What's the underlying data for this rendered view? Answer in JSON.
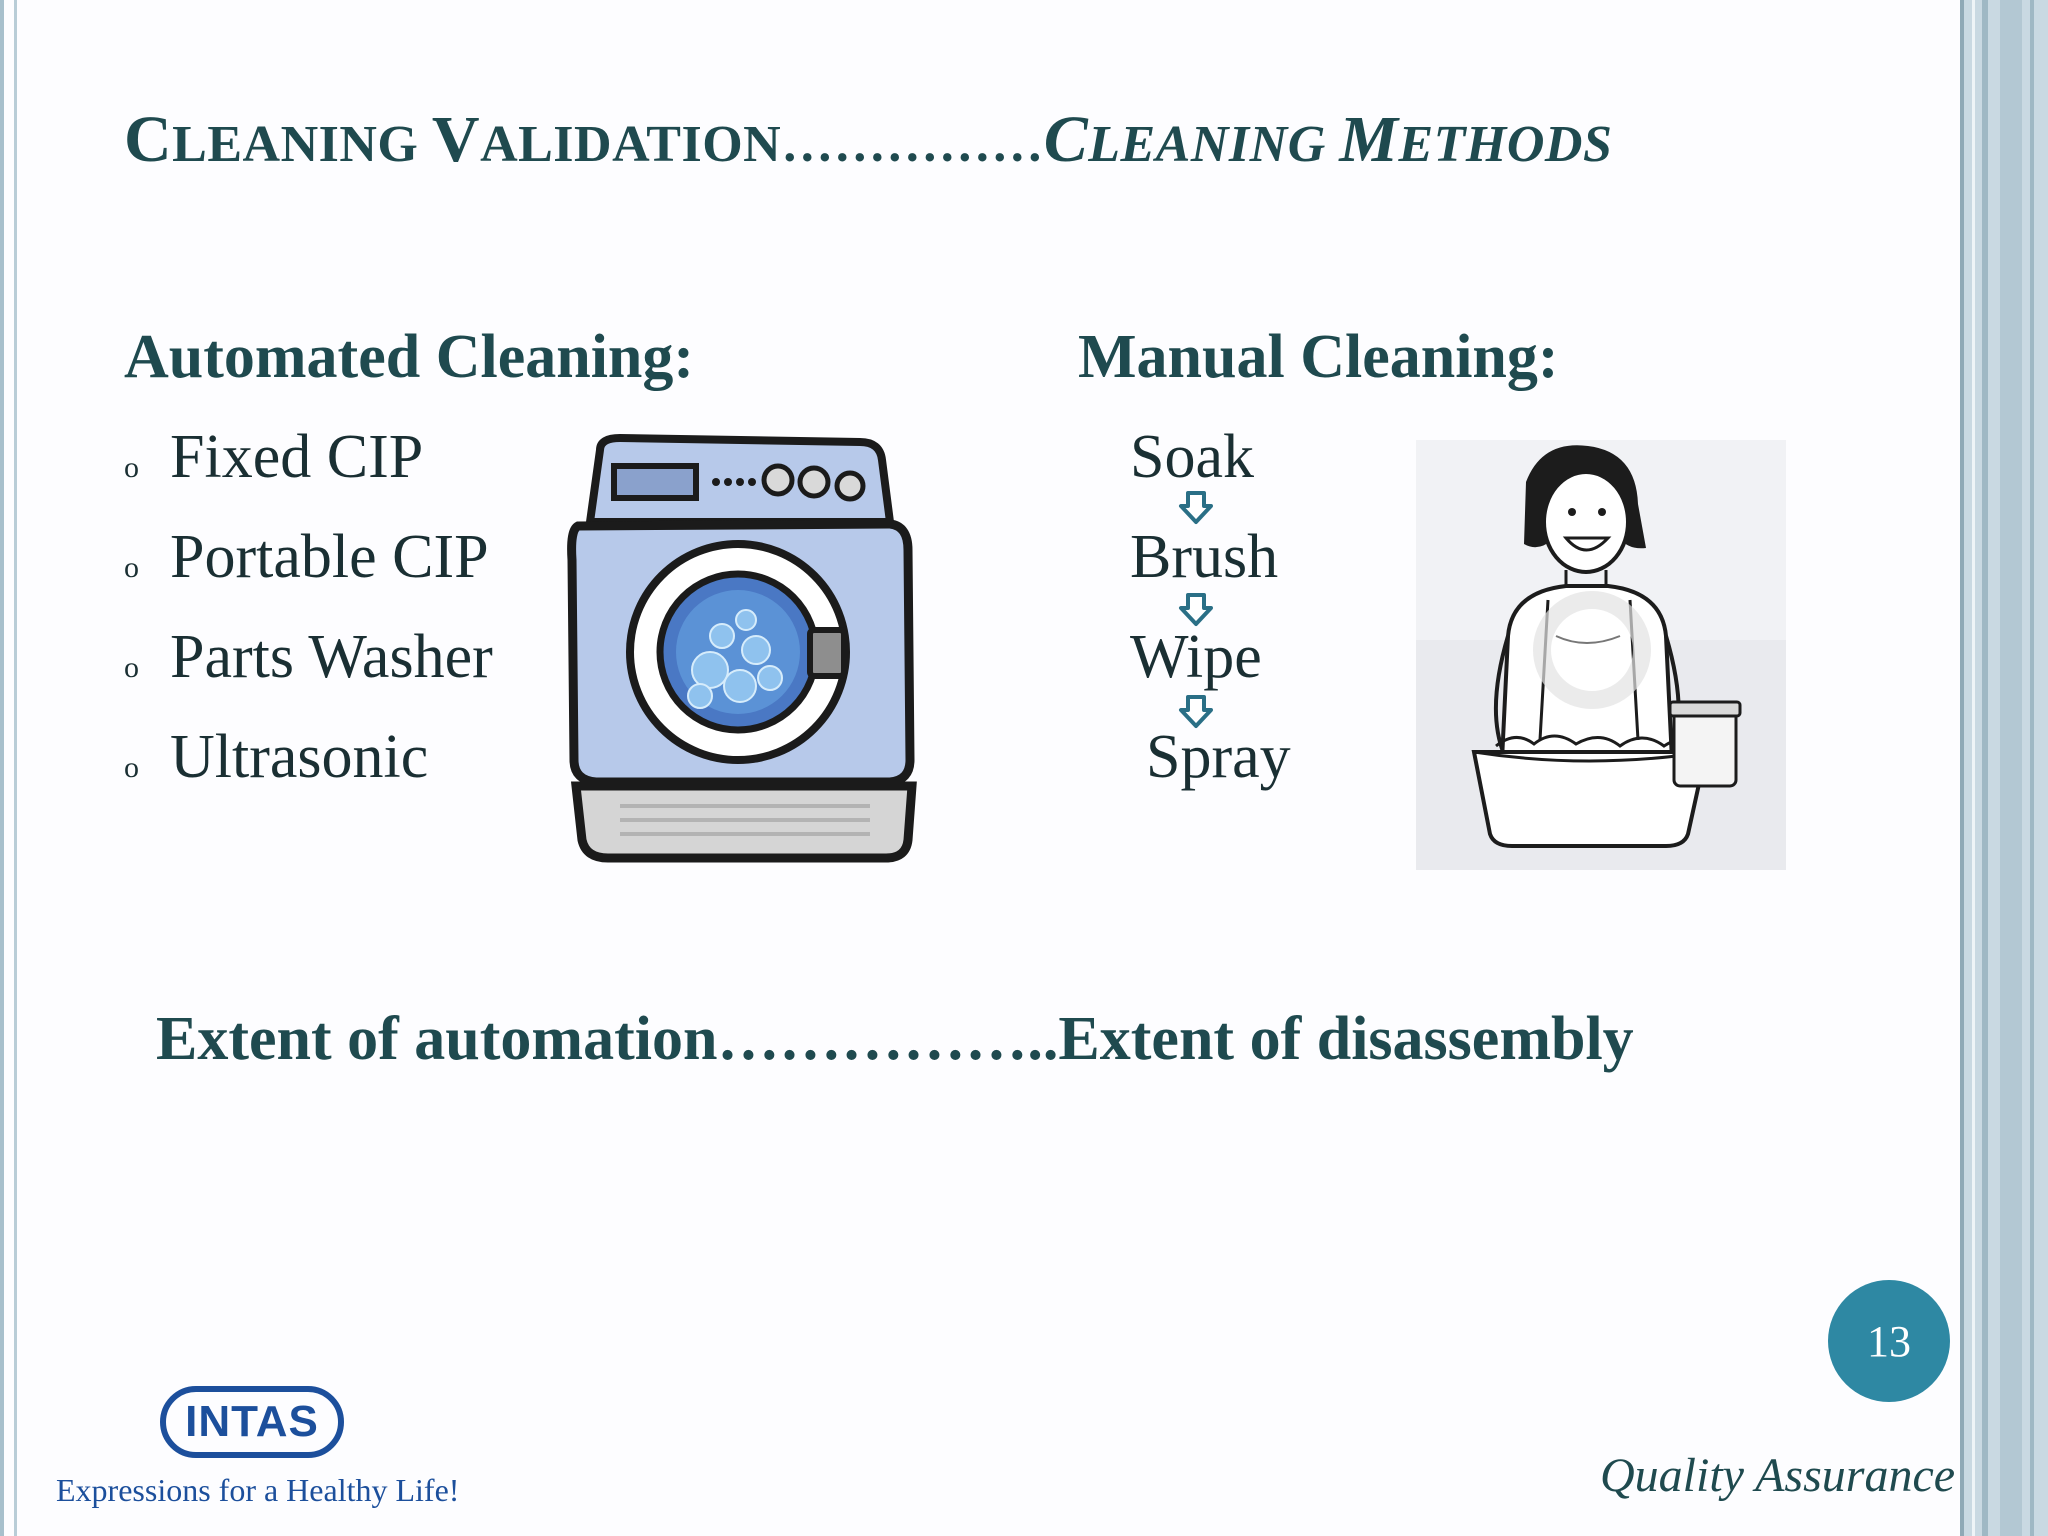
{
  "slide": {
    "title_part1_cap": "C",
    "title_part1_rest": "LEANING ",
    "title_part2_cap": "V",
    "title_part2_rest": "ALIDATION",
    "title_dots": "……………",
    "title_part3_cap": "C",
    "title_part3_rest": "LEANING ",
    "title_part4_cap": "M",
    "title_part4_rest": "ETHODS"
  },
  "automated": {
    "heading": "Automated Cleaning:",
    "bullet_glyph": "o",
    "items": [
      "Fixed CIP",
      "Portable CIP",
      "Parts Washer",
      "Ultrasonic"
    ]
  },
  "manual": {
    "heading": "Manual Cleaning:",
    "steps": [
      "Soak",
      "Brush",
      "Wipe",
      "Spray"
    ]
  },
  "extent_text": "Extent of  automation……………..Extent of  disassembly",
  "page_number": "13",
  "footer": {
    "logo_text": "INTAS",
    "tagline": "Expressions for a Healthy Life!",
    "department": "Quality Assurance"
  },
  "colors": {
    "heading": "#1f4a4f",
    "badge": "#2e88a3",
    "logo": "#1c4f9c",
    "arrow": "#2a6f86"
  },
  "icons": [
    "washing-machine-illustration",
    "down-arrow-icon",
    "person-washing-illustration"
  ]
}
